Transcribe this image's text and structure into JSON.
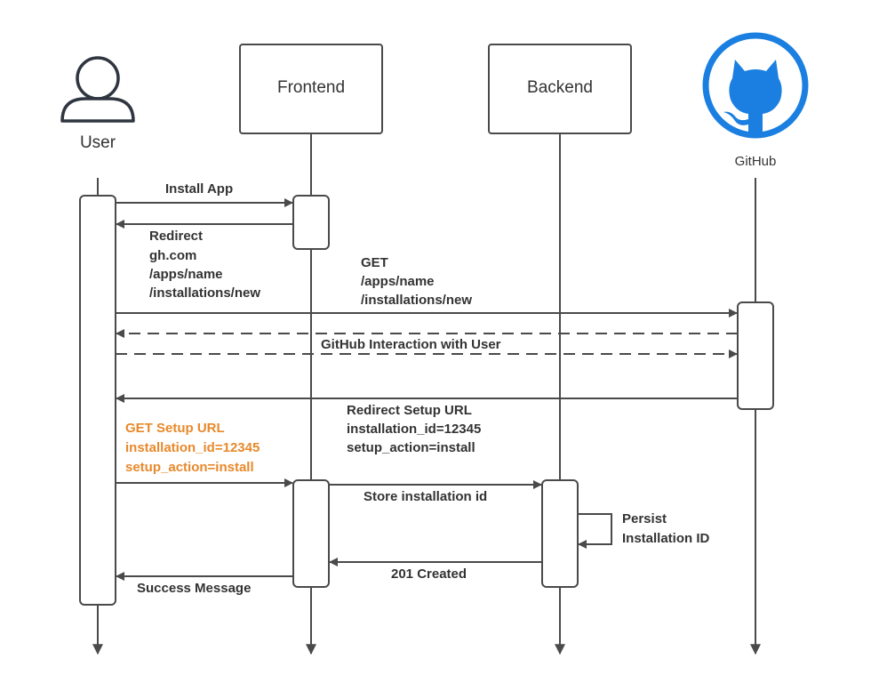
{
  "participants": {
    "user": "User",
    "frontend": "Frontend",
    "backend": "Backend",
    "github": "GitHub"
  },
  "messages": {
    "install_app": "Install App",
    "redirect": [
      "Redirect",
      "gh.com",
      "/apps/name",
      "/installations/new"
    ],
    "get_new": [
      "GET",
      "/apps/name",
      "/installations/new"
    ],
    "github_interaction": "GitHub Interaction with User",
    "redirect_setup": [
      "Redirect Setup URL",
      "installation_id=12345",
      "setup_action=install"
    ],
    "get_setup": [
      "GET Setup URL",
      "installation_id=12345",
      "setup_action=install"
    ],
    "store_id": "Store installation id",
    "persist": [
      "Persist",
      "Installation ID"
    ],
    "created": "201 Created",
    "success": "Success Message"
  },
  "colors": {
    "line": "#4a4a4a",
    "text": "#333333",
    "highlight": "#e8892b",
    "github_brand": "#1a7fe0"
  },
  "icons": {
    "user": "user-icon",
    "github": "github-octocat-icon"
  }
}
